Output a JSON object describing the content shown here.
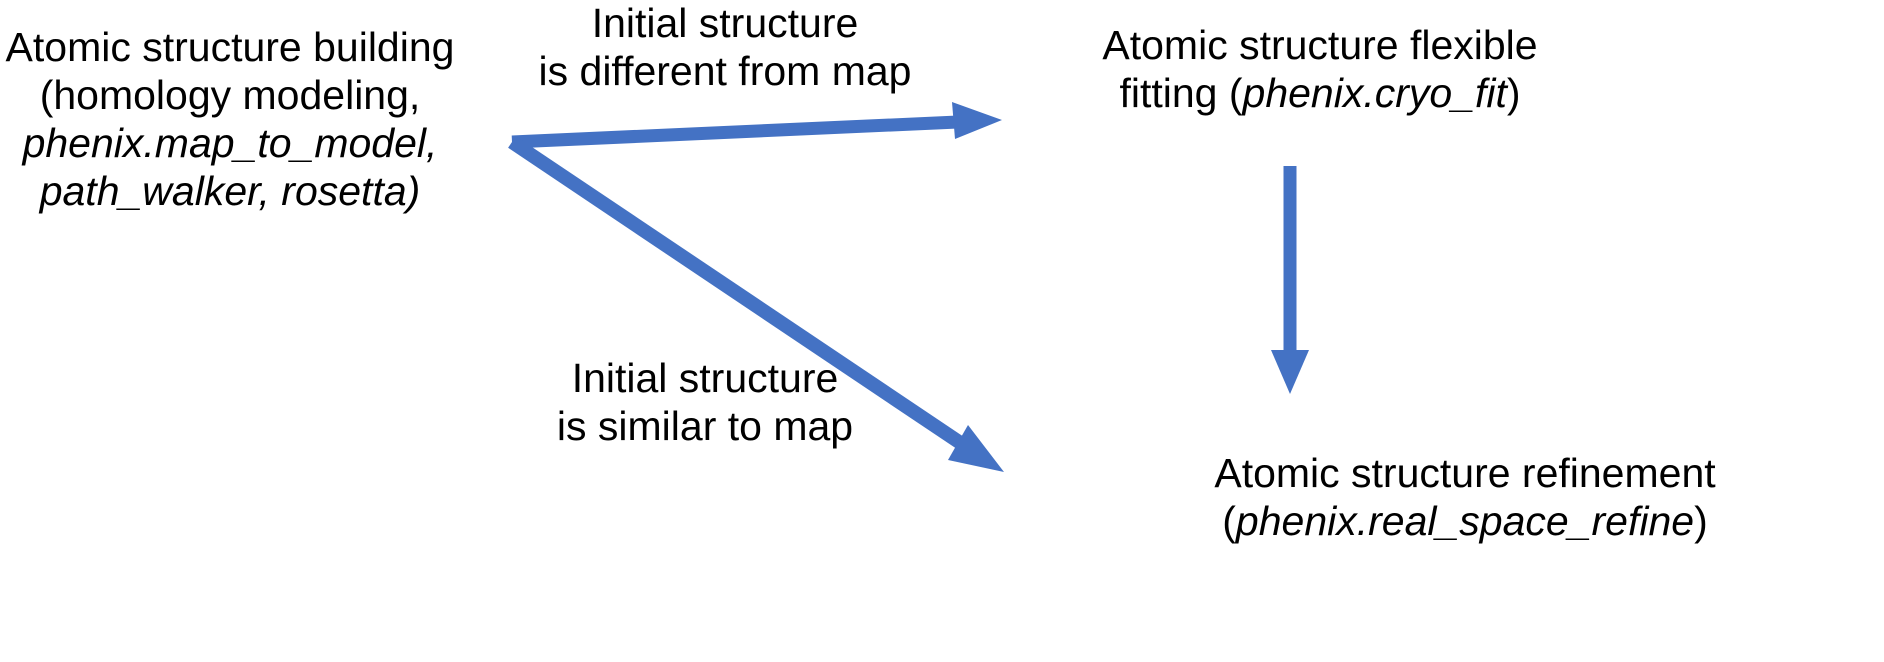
{
  "diagram": {
    "title_semantic": "cryo-EM atomic structure workflow",
    "accent_color": "#4472C4",
    "text_color": "#000000",
    "background": "#ffffff",
    "nodes": {
      "building": {
        "name": "atomic-structure-building",
        "lines": [
          {
            "text": "Atomic structure building",
            "italic": false
          },
          {
            "text": "(homology modeling,",
            "italic": false
          },
          {
            "text": "phenix.map_to_model,",
            "italic": true
          },
          {
            "text": "path_walker, rosetta)",
            "italic": true
          }
        ]
      },
      "flexible_fitting": {
        "name": "atomic-structure-flexible-fitting",
        "lines": [
          {
            "text": "Atomic structure flexible",
            "italic": false
          },
          {
            "text": "fitting (phenix.cryo_fit)",
            "italic": false,
            "italic_part": "phenix.cryo_fit"
          }
        ],
        "line1": "Atomic structure flexible",
        "line2_pre": "fitting (",
        "line2_italic": "phenix.cryo_fit",
        "line2_post": ")"
      },
      "refinement": {
        "name": "atomic-structure-refinement",
        "line1": "Atomic structure refinement",
        "line2_pre": "(",
        "line2_italic": "phenix.real_space_refine",
        "line2_post": ")"
      }
    },
    "edges": {
      "different_from_map": {
        "name": "edge-label-different-from-map",
        "line1": "Initial structure",
        "line2": "is different from map"
      },
      "similar_to_map": {
        "name": "edge-label-similar-to-map",
        "line1": "Initial structure",
        "line2": "is similar to map"
      },
      "fitting_to_refinement": {
        "name": "edge-fitting-to-refinement",
        "label": ""
      }
    }
  }
}
